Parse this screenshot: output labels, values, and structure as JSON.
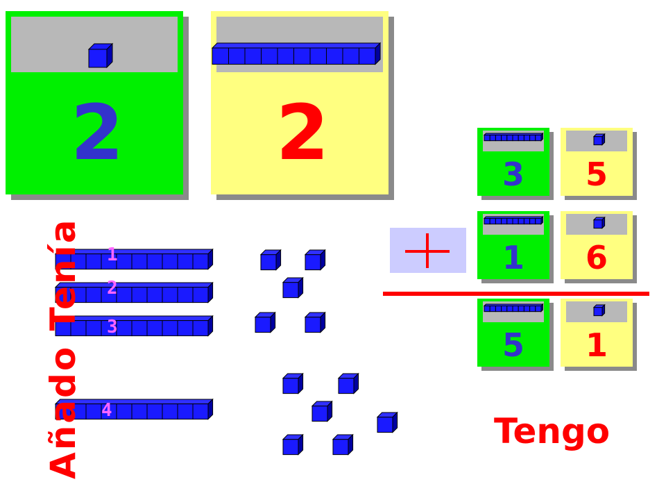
{
  "big_cards": {
    "tens_value": "2",
    "units_value": "2"
  },
  "small_cards": {
    "row1": {
      "tens": "3",
      "units": "5"
    },
    "row2": {
      "tens": "1",
      "units": "6"
    },
    "row3": {
      "tens": "5",
      "units": "1"
    }
  },
  "rods": {
    "labels": [
      "1",
      "2",
      "3",
      "4"
    ]
  },
  "labels": {
    "vertical": "Añado Tenía",
    "tengo": "Tengo"
  },
  "colors": {
    "green": "#00f000",
    "yellow": "#ffff80",
    "cube_blue": "#1a1aff",
    "red": "#ff0000",
    "pink": "#ff66ff",
    "plus_bg": "#ccccff"
  }
}
